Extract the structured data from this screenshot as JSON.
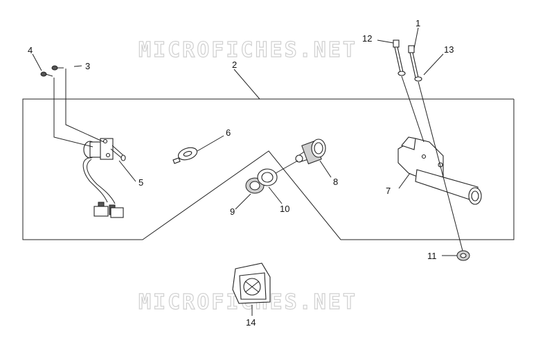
{
  "watermark": {
    "text_top": "MICROFICHES.NET",
    "text_bottom": "MICROFICHES.NET"
  },
  "callouts": {
    "c1": "1",
    "c2": "2",
    "c3": "3",
    "c4": "4",
    "c5": "5",
    "c6": "6",
    "c7": "7",
    "c8": "8",
    "c9": "9",
    "c10": "10",
    "c11": "11",
    "c12": "12",
    "c13": "13",
    "c14": "14"
  }
}
